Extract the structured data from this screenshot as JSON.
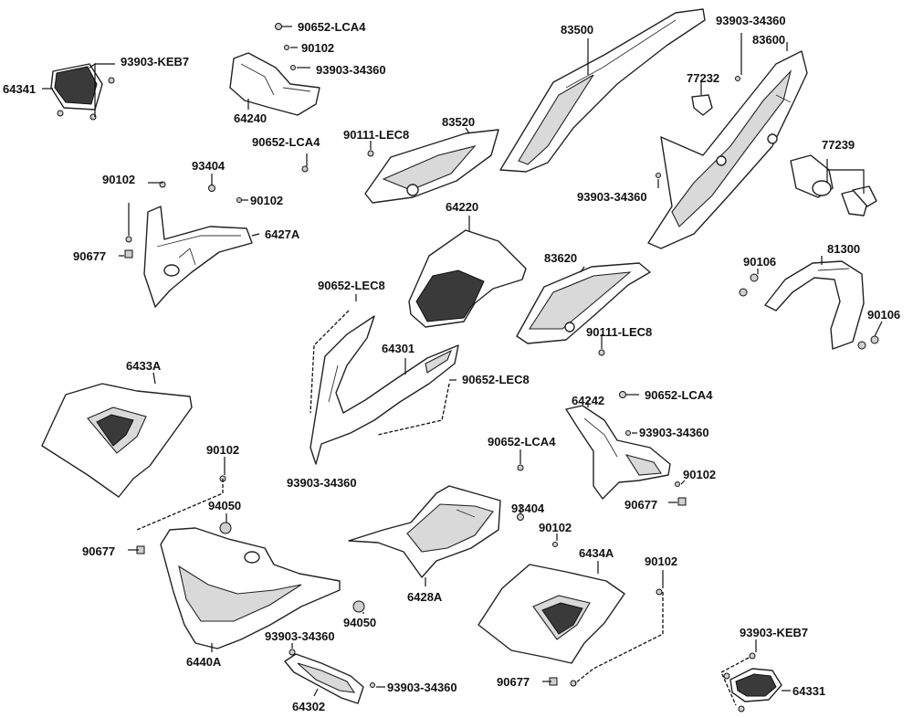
{
  "labels": {
    "l_90652_LCA4_a": "90652-LCA4",
    "l_90102_a": "90102",
    "l_93903_34360_a": "93903-34360",
    "l_93903_KEB7_a": "93903-KEB7",
    "l_64341": "64341",
    "l_64240": "64240",
    "l_90652_LCA4_b": "90652-LCA4",
    "l_90111_LEC8_a": "90111-LEC8",
    "l_83520": "83520",
    "l_83500": "83500",
    "l_93903_34360_b": "93903-34360",
    "l_83600": "83600",
    "l_77232": "77232",
    "l_77239": "77239",
    "l_93903_34360_c": "93903-34360",
    "l_90102_b": "90102",
    "l_93404_a": "93404",
    "l_90102_c": "90102",
    "l_6427A": "6427A",
    "l_90677_a": "90677",
    "l_64220": "64220",
    "l_83620": "83620",
    "l_81300": "81300",
    "l_90106_a": "90106",
    "l_90106_b": "90106",
    "l_90652_LEC8_a": "90652-LEC8",
    "l_90111_LEC8_b": "90111-LEC8",
    "l_6433A": "6433A",
    "l_64301": "64301",
    "l_90652_LEC8_b": "90652-LEC8",
    "l_64242": "64242",
    "l_90652_LCA4_c": "90652-LCA4",
    "l_93903_34360_d": "93903-34360",
    "l_90652_LCA4_d": "90652-LCA4",
    "l_90102_d": "90102",
    "l_93903_34360_e": "93903-34360",
    "l_90102_e": "90102",
    "l_90677_b": "90677",
    "l_94050_a": "94050",
    "l_93404_b": "93404",
    "l_90677_c": "90677",
    "l_90102_f": "90102",
    "l_6434A": "6434A",
    "l_90102_g": "90102",
    "l_6428A": "6428A",
    "l_94050_b": "94050",
    "l_93903_34360_f": "93903-34360",
    "l_6440A": "6440A",
    "l_93903_34360_g": "93903-34360",
    "l_64302": "64302",
    "l_90677_d": "90677",
    "l_93903_KEB7_b": "93903-KEB7",
    "l_64331": "64331"
  }
}
